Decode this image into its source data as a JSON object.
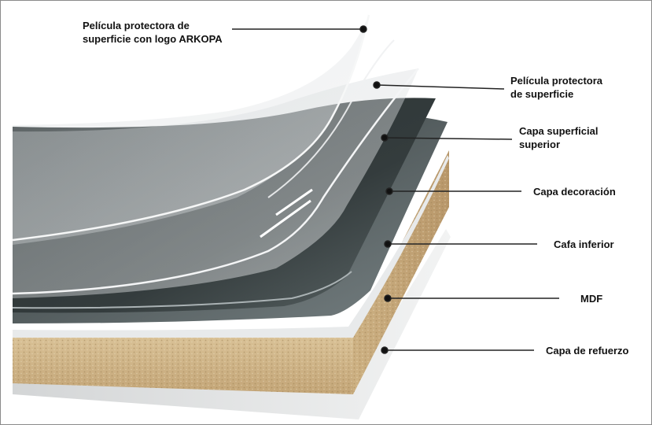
{
  "diagram": {
    "callouts": [
      {
        "id": "protective-film-logo",
        "text": "Película protectora de\nsuperficie con logo ARKOPA"
      },
      {
        "id": "protective-film",
        "text": "Película protectora\nde superficie"
      },
      {
        "id": "top-surface-layer",
        "text": "Capa superficial\nsuperior"
      },
      {
        "id": "decoration-layer",
        "text": "Capa decoración"
      },
      {
        "id": "bottom-layer",
        "text": "Cafa inferior"
      },
      {
        "id": "mdf-core",
        "text": "MDF"
      },
      {
        "id": "reinforcement-layer",
        "text": "Capa de refuerzo"
      }
    ]
  },
  "colors": {
    "dark_laminate": "#2e3536",
    "film": "#dfe3e5",
    "mdf": "#c9ac7e",
    "leader_line": "#222222"
  }
}
